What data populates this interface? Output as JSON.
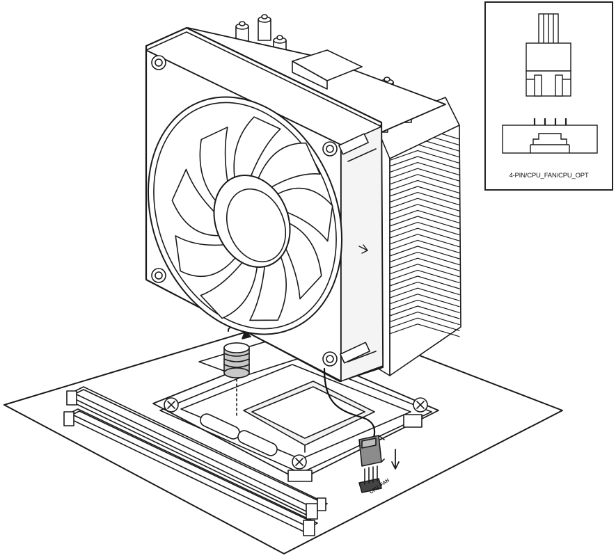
{
  "inset": {
    "connector_label": "4-PIN/CPU_FAN/CPU_OPT",
    "pin_count": 4
  },
  "board": {
    "header_label": "CPU_FAN"
  },
  "colors": {
    "line": "#1a1a1a",
    "fill": "#ffffff",
    "shade": "#d9d9d9",
    "connector": "#8c8c8c",
    "background": "#ffffff"
  },
  "icons": [
    "rotate-arrow-icon",
    "down-arrow-icon",
    "airflow-arrow-icon"
  ]
}
